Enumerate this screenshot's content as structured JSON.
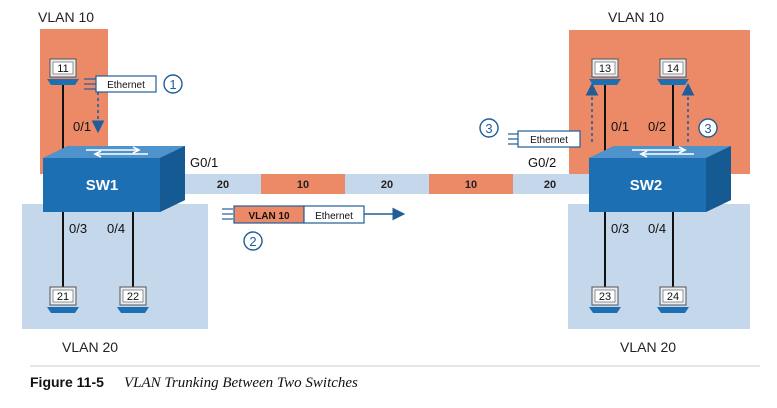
{
  "vlan_labels": {
    "left_top": "VLAN 10",
    "left_bottom": "VLAN 20",
    "right_top": "VLAN 10",
    "right_bottom": "VLAN 20"
  },
  "switches": {
    "sw1": "SW1",
    "sw2": "SW2"
  },
  "pcs": {
    "pc11": "11",
    "pc13": "13",
    "pc14": "14",
    "pc21": "21",
    "pc22": "22",
    "pc23": "23",
    "pc24": "24"
  },
  "ports": {
    "sw1_01": "0/1",
    "sw1_03": "0/3",
    "sw1_04": "0/4",
    "sw1_trunk": "G0/1",
    "sw2_01": "0/1",
    "sw2_02": "0/2",
    "sw2_03": "0/3",
    "sw2_04": "0/4",
    "sw2_trunk": "G0/2"
  },
  "trunk_segments": [
    "20",
    "10",
    "20",
    "10",
    "20"
  ],
  "frames": {
    "ethernet_1": "Ethernet",
    "ethernet_2": "Ethernet",
    "ethernet_3": "Ethernet",
    "vlan_tag": "VLAN 10"
  },
  "steps": {
    "s1": "1",
    "s2": "2",
    "s3a": "3",
    "s3b": "3"
  },
  "caption": {
    "figure": "Figure 11-5",
    "title": "VLAN Trunking Between Two Switches"
  },
  "colors": {
    "vlan10": "#ec8a68",
    "vlan20": "#c5d7ea",
    "switch": "#1d6fb3",
    "accent_blue": "#1f5e9a"
  }
}
